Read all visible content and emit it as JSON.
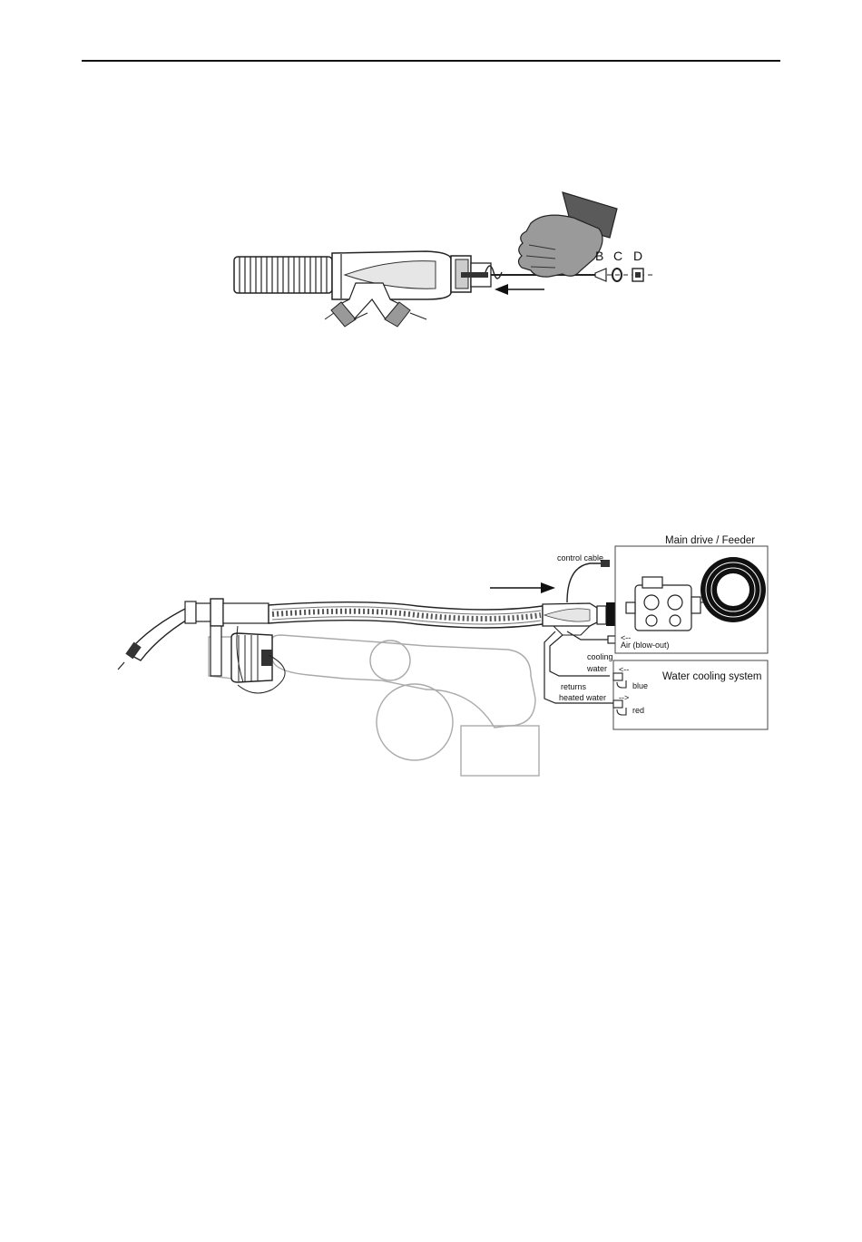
{
  "page": {
    "figure1": {
      "parts": [
        "B",
        "C",
        "D"
      ]
    },
    "figure2": {
      "main_drive_label": "Main drive / Feeder",
      "control_cable_label": "control cable",
      "air_label": "Air (blow-out)",
      "air_arrow": "<--",
      "cooling_label_1": "cooling",
      "cooling_label_2": "water",
      "cooling_arrow": "<--",
      "blue_label": "blue",
      "returns_label_1": "returns",
      "returns_label_2": "heated water",
      "returns_arrow": "-->",
      "red_label": "red",
      "water_cooling_label": "Water cooling system"
    }
  }
}
